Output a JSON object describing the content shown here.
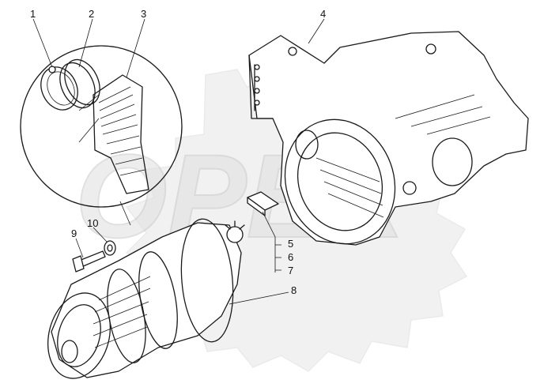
{
  "watermark": {
    "text": "ОРЕХ"
  },
  "corner_mark": "",
  "callouts": [
    {
      "label": "1"
    },
    {
      "label": "2"
    },
    {
      "label": "3"
    },
    {
      "label": "4"
    },
    {
      "label": "5"
    },
    {
      "label": "6"
    },
    {
      "label": "7"
    },
    {
      "label": "8"
    },
    {
      "label": "9"
    },
    {
      "label": "10"
    }
  ]
}
